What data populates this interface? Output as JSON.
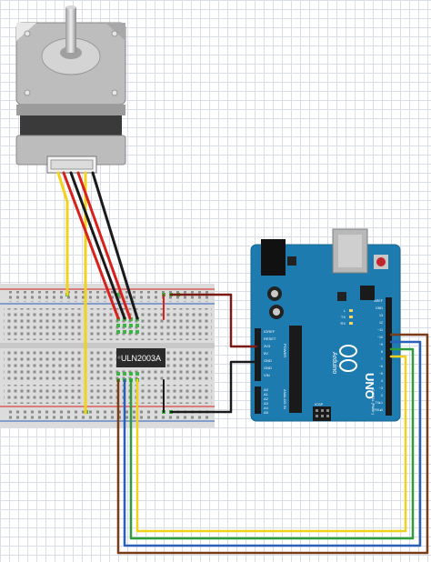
{
  "driver_chip": {
    "label": "ULN2003A"
  },
  "arduino": {
    "brand": "Arduino",
    "model": "UNO",
    "digital_header_label": "DIGITAL (PWM~)",
    "power_header_label": "POWER",
    "analog_header_label": "ANALOG IN",
    "icsp_label": "ICSP",
    "led_labels": [
      "L",
      "TX",
      "RX"
    ],
    "power_pins": [
      "IOREF",
      "RESET",
      "3V3",
      "5V",
      "GND",
      "GND",
      "VIN"
    ],
    "analog_pins": [
      "A0",
      "A1",
      "A2",
      "A3",
      "A4",
      "A5"
    ],
    "digital_pins": [
      "AREF",
      "GND",
      "13",
      "12",
      "~11",
      "~10",
      "~9",
      "8",
      "7",
      "~6",
      "~5",
      "4",
      "~3",
      "2",
      "TX▸1",
      "RX◂0"
    ]
  },
  "colors": {
    "board": "#1d7baf",
    "breadboard": "#dcdcdc",
    "wire_red": "#d6211d",
    "wire_black": "#1a1a1a",
    "wire_yellow": "#f2d21c",
    "wire_green": "#2f9c3c",
    "wire_blue": "#2a5fb8",
    "wire_brown": "#7a3b17",
    "motor_body": "#c9c9c9"
  }
}
